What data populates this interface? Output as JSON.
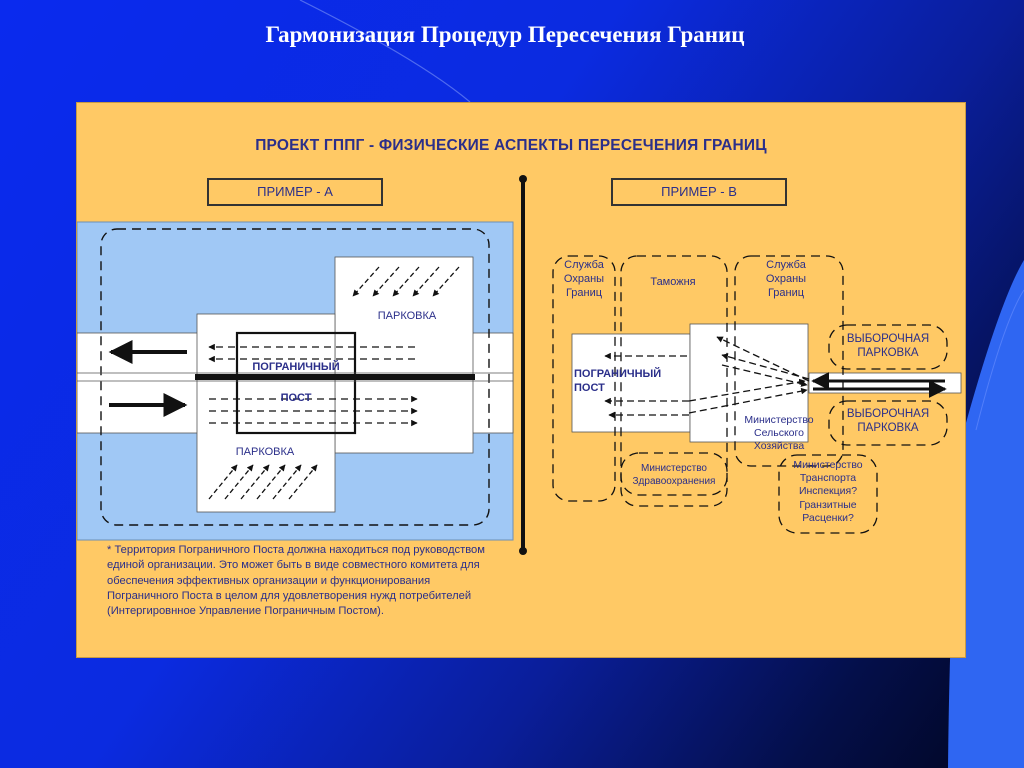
{
  "slide": {
    "title": "Гармонизация Процедур Пересечения Границ"
  },
  "panel": {
    "title": "ПРОЕКТ ГППГ - ФИЗИЧЕСКИЕ АСПЕКТЫ ПЕРЕСЕЧЕНИЯ ГРАНИЦ",
    "example_a": "ПРИМЕР - А",
    "example_b": "ПРИМЕР - В"
  },
  "example_a": {
    "parking_top": "ПАРКОВКА",
    "parking_bottom": "ПАРКОВКА",
    "post_line1": "ПОГРАНИЧНЫЙ",
    "post_line2": "ПОСТ"
  },
  "example_b": {
    "border_guard_1": "Служба Охраны Границ",
    "customs": "Таможня",
    "border_guard_2": "Служба Охраны Границ",
    "post": "ПОГРАНИЧНЫЙ ПОСТ",
    "selective_parking_1": "ВЫБОРОЧНАЯ ПАРКОВКА",
    "selective_parking_2": "ВЫБОРОЧНАЯ ПАРКОВКА",
    "agriculture": "Министерство Сельского Хозяйства",
    "health": "Министерство Здравоохранения",
    "transport": "Министерство Транспорта Инспекция? Гранзитные Расценки?"
  },
  "footnote": "* Территория Пограничного Поста должна находиться под руководством единой организации. Это может быть в виде совместного комитета для обеспечения эффективных организации и функционирования Пограничного Поста в целом для удовлетворения нужд потребителей (Интергировнное Управление Пограничным Постом).",
  "colors": {
    "panel": "#ffc965",
    "text": "#2b2f8a",
    "light_blue": "#a0c8f5",
    "slide_gradient_start": "#0a2aee",
    "slide_gradient_end": "#01051e",
    "right_band": "#2e63f0"
  }
}
